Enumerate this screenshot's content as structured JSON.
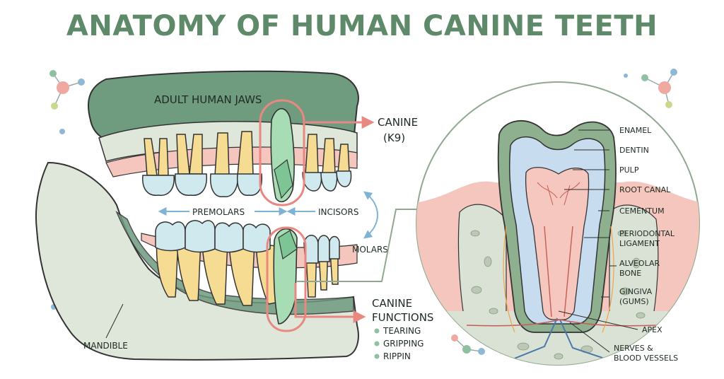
{
  "title": "ANATOMY OF HUMAN CANINE TEETH",
  "colors": {
    "title": "#5e8a6a",
    "jaw_fill": "#6f9b7f",
    "jaw_light": "#c5d6c4",
    "bone": "#d9e2d5",
    "gum_pink": "#f4c6bd",
    "crown": "#cfe9ef",
    "root": "#f5dc92",
    "canine": "#a8dcb4",
    "highlight": "#e98880",
    "enamel": "#8fb08f",
    "dentin": "#c8dcf0",
    "pulp": "#f6c7bf",
    "leader": "#2b2b2b",
    "text": "#1f2a24"
  },
  "jaw": {
    "upper_label": "ADULT HUMAN JAWS",
    "lower_label": "MANDIBLE",
    "premolars": "PREMOLARS",
    "incisors": "INCISORS",
    "molars": "MOLARS"
  },
  "canine_callout": {
    "line1": "CANINE",
    "line2": "(K9)"
  },
  "functions": {
    "heading1": "CANINE",
    "heading2": "FUNCTIONS",
    "items": [
      "TEARING",
      "GRIPPING",
      "RIPPIN"
    ]
  },
  "tooth_labels": {
    "enamel": "ENAMEL",
    "dentin": "DENTIN",
    "pulp": "PULP",
    "root_canal": "ROOT CANAL",
    "cementum": "CEMENTUM",
    "periodontal_1": "PERIODONTAL",
    "periodontal_2": "LIGAMENT",
    "alveolar_1": "ALVEOLAR",
    "alveolar_2": "BONE",
    "gingiva_1": "GINGIVA",
    "gingiva_2": "(GUMS)",
    "apex": "APEX",
    "nerves_1": "NERVES &",
    "nerves_2": "BLOOD VESSELS"
  }
}
